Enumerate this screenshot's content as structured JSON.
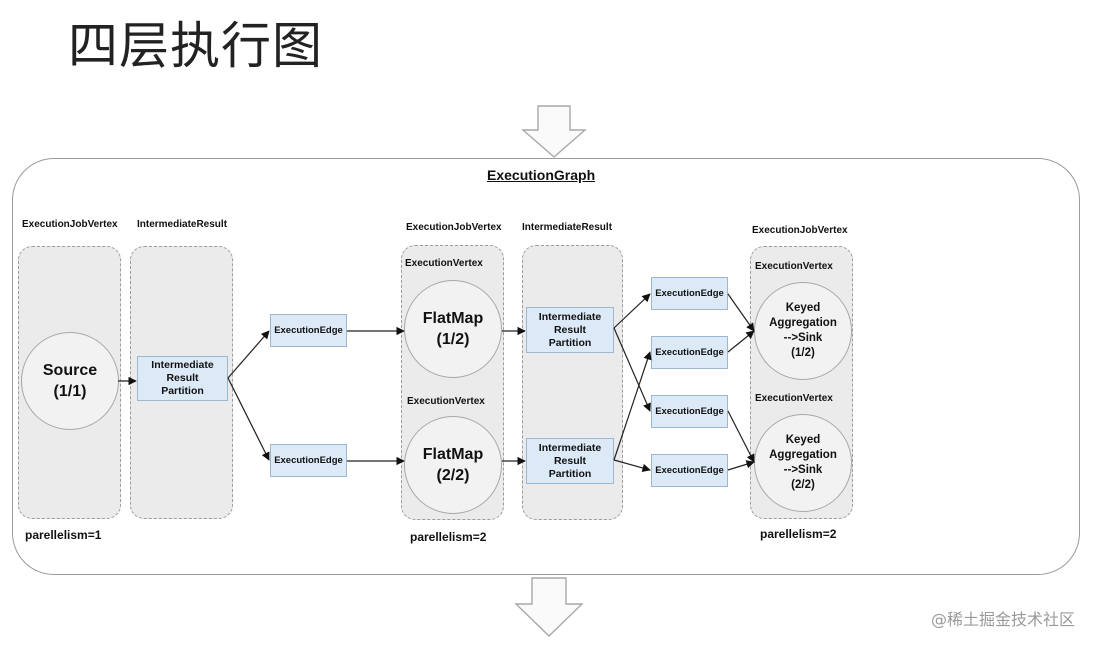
{
  "slide": {
    "title": "四层执行图"
  },
  "graph": {
    "title": "ExecutionGraph"
  },
  "labels": {
    "job_vertex": "ExecutionJobVertex",
    "intermediate_result": "IntermediateResult",
    "execution_vertex": "ExecutionVertex",
    "partition": "Intermediate\nResult\nPartition",
    "edge": "ExecutionEdge"
  },
  "vertices": {
    "source": "Source\n(1/1)",
    "flatmap_1": "FlatMap\n(1/2)",
    "flatmap_2": "FlatMap\n(2/2)",
    "sink_1": "Keyed\nAggregation\n-->Sink\n(1/2)",
    "sink_2": "Keyed\nAggregation\n-->Sink\n(2/2)"
  },
  "parallelism": {
    "source": "parellelism=1",
    "flatmap": "parellelism=2",
    "sink": "parellelism=2"
  },
  "watermark": "@稀土掘金技术社区"
}
